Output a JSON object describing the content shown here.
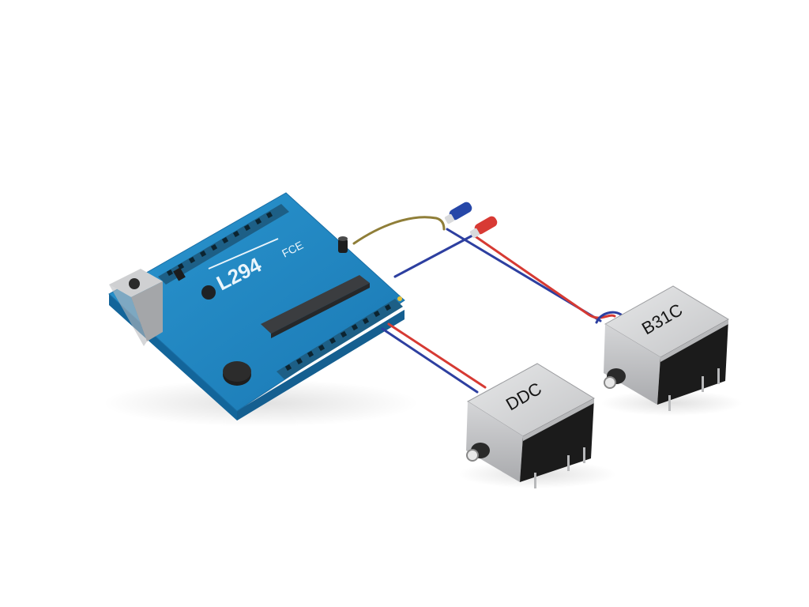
{
  "scene": {
    "background": "#ffffff",
    "description": "3D render of motor driver board wired to two solenoid modules"
  },
  "board": {
    "label": "L294",
    "sub_label": "FCE",
    "color": "#1e86c0",
    "edge_color": "#16679a"
  },
  "connectors": [
    {
      "name": "blue-terminal",
      "color": "#2647a8"
    },
    {
      "name": "red-terminal",
      "color": "#d83a34"
    }
  ],
  "wires": {
    "red": "#d63a33",
    "blue": "#2d3fa0",
    "olive": "#8f7e38"
  },
  "modules": [
    {
      "label": "DDC",
      "body_color": "#c9cacb",
      "face_color": "#1b1b1b"
    },
    {
      "label": "B31C",
      "body_color": "#c9cacb",
      "face_color": "#1b1b1b"
    }
  ]
}
